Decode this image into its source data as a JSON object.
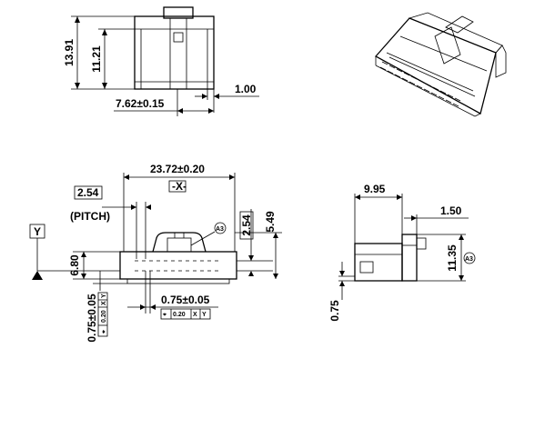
{
  "top_view": {
    "dim_13_91": "13.91",
    "dim_11_21": "11.21",
    "dim_1_00": "1.00",
    "dim_7_62": "7.62±0.15"
  },
  "front_view": {
    "dim_23_72": "23.72±0.20",
    "datum_x": "-X-",
    "dim_2_54_pitch_box": "2.54",
    "pitch_label": "(PITCH)",
    "note_a3": "A3",
    "dim_2_54_vert": "2.54",
    "dim_5_49": "5.49",
    "datum_y": "Y",
    "dim_6_80": "6.80",
    "dim_0_75_vert": "0.75±0.05",
    "dim_0_75_horiz": "0.75±0.05",
    "tol_symbol": "⌖",
    "tol_value": "0.20",
    "tol_ref_x": "X",
    "tol_ref_y": "Y"
  },
  "side_view": {
    "dim_9_95": "9.95",
    "dim_1_50": "1.50",
    "dim_11_35": "11.35",
    "note_a3": "A3",
    "dim_0_75": "0.75"
  }
}
